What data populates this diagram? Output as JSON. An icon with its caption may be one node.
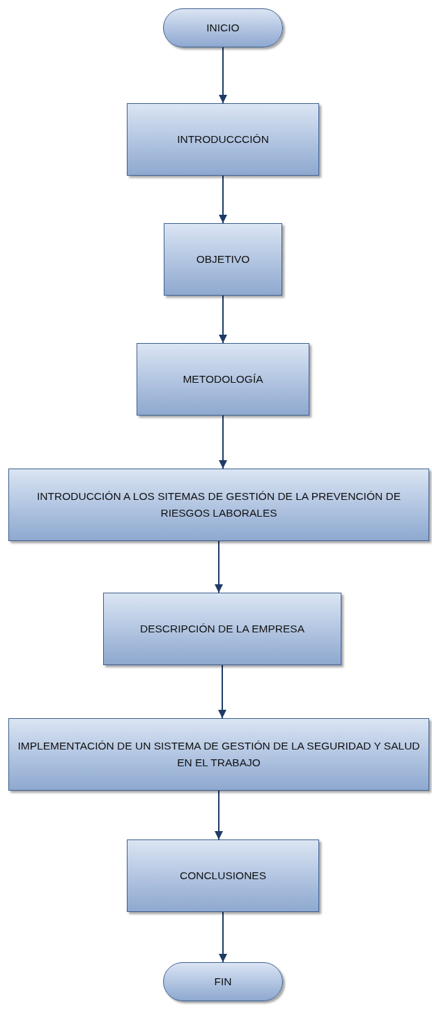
{
  "diagram": {
    "nodes": [
      {
        "text": [
          "INICIO"
        ]
      },
      {
        "text": [
          "INTRODUCCCIÓN"
        ]
      },
      {
        "text": [
          "OBJETIVO"
        ]
      },
      {
        "text": [
          "METODOLOGÍA"
        ]
      },
      {
        "text": [
          "INTRODUCCIÓN A LOS SITEMAS DE GESTIÓN DE LA PREVENCIÓN DE RIESGOS LABORALES"
        ]
      },
      {
        "text": [
          "DESCRIPCIÓN DE LA EMPRESA"
        ]
      },
      {
        "text": [
          "IMPLEMENTACIÓN DE UN SISTEMA DE GESTIÓN DE LA SEGURIDAD Y SALUD EN EL TRABAJO"
        ]
      },
      {
        "text": [
          "CONCLUSIONES"
        ]
      },
      {
        "text": [
          "FIN"
        ]
      }
    ],
    "edges": [
      {
        "from": 0,
        "to": 1,
        "arrow": "to"
      },
      {
        "from": 1,
        "to": 2,
        "arrow": "to"
      },
      {
        "from": 2,
        "to": 3,
        "arrow": "to"
      },
      {
        "from": 3,
        "to": 4,
        "arrow": "to"
      },
      {
        "from": 4,
        "to": 5,
        "arrow": "to"
      },
      {
        "from": 5,
        "to": 6,
        "arrow": "to"
      },
      {
        "from": 6,
        "to": 7,
        "arrow": "to"
      },
      {
        "from": 7,
        "to": 8,
        "arrow": "to"
      }
    ]
  }
}
